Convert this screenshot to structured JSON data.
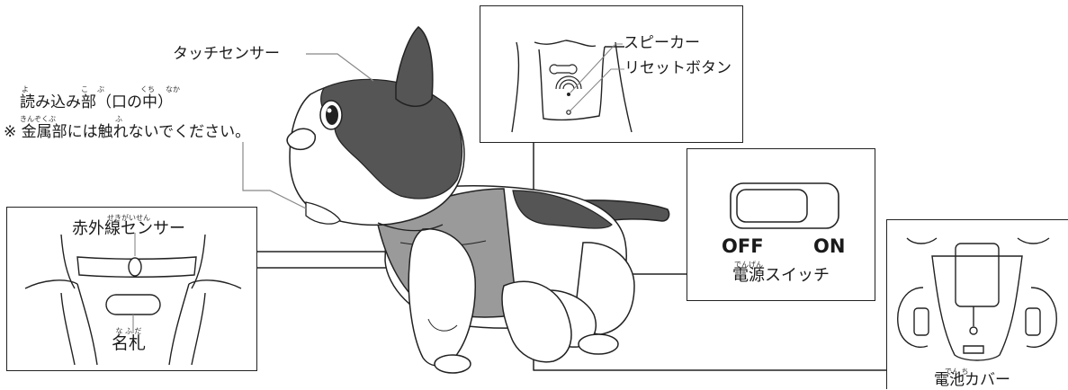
{
  "colors": {
    "line": "#222222",
    "body_white": "#ffffff",
    "dark_gray": "#555555",
    "harness_gray": "#9a9a9a",
    "leader_gray": "#888888"
  },
  "labels": {
    "touch_sensor": "タッチセンサー",
    "reader_title": "読み込み部（口の中）",
    "reader_note": "※ 金属部には触れないでください。",
    "reader_ruby": [
      "よ",
      "こ",
      "ぶ",
      "くち",
      "なか"
    ],
    "note_ruby": [
      "きんぞくぶ",
      "ふ"
    ],
    "speaker": "スピーカー",
    "reset_button": "リセットボタン",
    "infrared_sensor": "赤外線センサー",
    "infrared_ruby": "せきがいせん",
    "name_tag": "名札",
    "name_tag_ruby": "な ふ だ",
    "switch_off": "OFF",
    "switch_on": "ON",
    "power_switch": "電源スイッチ",
    "power_switch_ruby": "でんげん",
    "battery_cover": "電池カバー",
    "battery_cover_ruby": "でん ち"
  },
  "icons": [
    "robot-dog-illustration",
    "speaker-waves-icon",
    "bone-icon",
    "power-switch-icon",
    "infrared-lens-icon"
  ]
}
